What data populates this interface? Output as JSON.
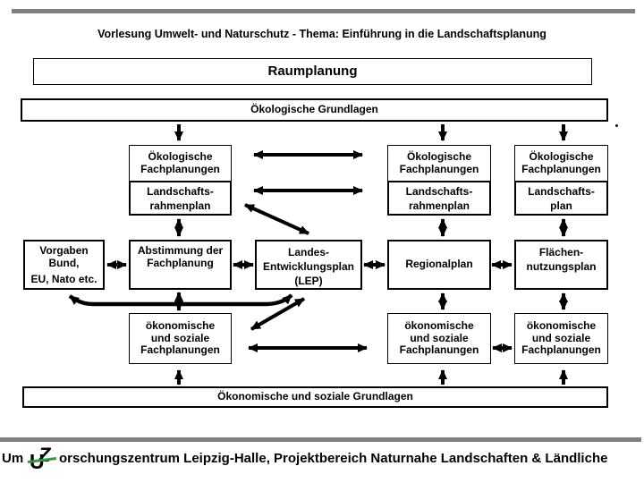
{
  "slide": {
    "title": "Vorlesung Umwelt- und Naturschutz - Thema: Einführung in die Landschaftsplanung",
    "raumplanung_label": "Raumplanung",
    "top_band_label": "Ökologische Grundlagen",
    "bottom_band_label": "Ökonomische und soziale Grundlagen",
    "vorgaben": {
      "l1": "Vorgaben",
      "l2": "Bund,",
      "l3": "EU, Nato etc."
    },
    "abstimmung": {
      "l1": "Abstimmung der",
      "l2": "Fachplanung"
    },
    "lep": {
      "l1": "Landes-",
      "l2": "Entwicklungsplan",
      "l3": "(LEP)"
    },
    "regionalplan_label": "Regionalplan",
    "fnp": {
      "l1": "Flächen-",
      "l2": "nutzungsplan"
    },
    "columns": [
      {
        "eco_l1": "Ökologische",
        "eco_l2": "Fachplanungen",
        "plan_l1": "Landschafts-",
        "plan_l2": "rahmenplan",
        "econ_l1": "ökonomische",
        "econ_l2": "und soziale",
        "econ_l3": "Fachplanungen"
      },
      {
        "eco_l1": "Ökologische",
        "eco_l2": "Fachplanungen",
        "plan_l1": "Landschafts-",
        "plan_l2": "rahmenplan",
        "econ_l1": "ökonomische",
        "econ_l2": "und soziale",
        "econ_l3": "Fachplanungen"
      },
      {
        "eco_l1": "Ökologische",
        "eco_l2": "Fachplanungen",
        "plan_l1": "Landschafts-",
        "plan_l2": "plan",
        "econ_l1": "ökonomische",
        "econ_l2": "und soziale",
        "econ_l3": "Fachplanungen"
      }
    ]
  },
  "footer": {
    "text_before_logo": "Um",
    "logo_u": "U",
    "logo_z": "Z",
    "text_after_logo": "orschungszentrum Leipzig-Halle, Projektbereich Naturnahe Landschaften & Ländliche"
  },
  "colors": {
    "bar_gray": "#808080",
    "line_black": "#000000",
    "logo_green": "#2e9b3d"
  }
}
